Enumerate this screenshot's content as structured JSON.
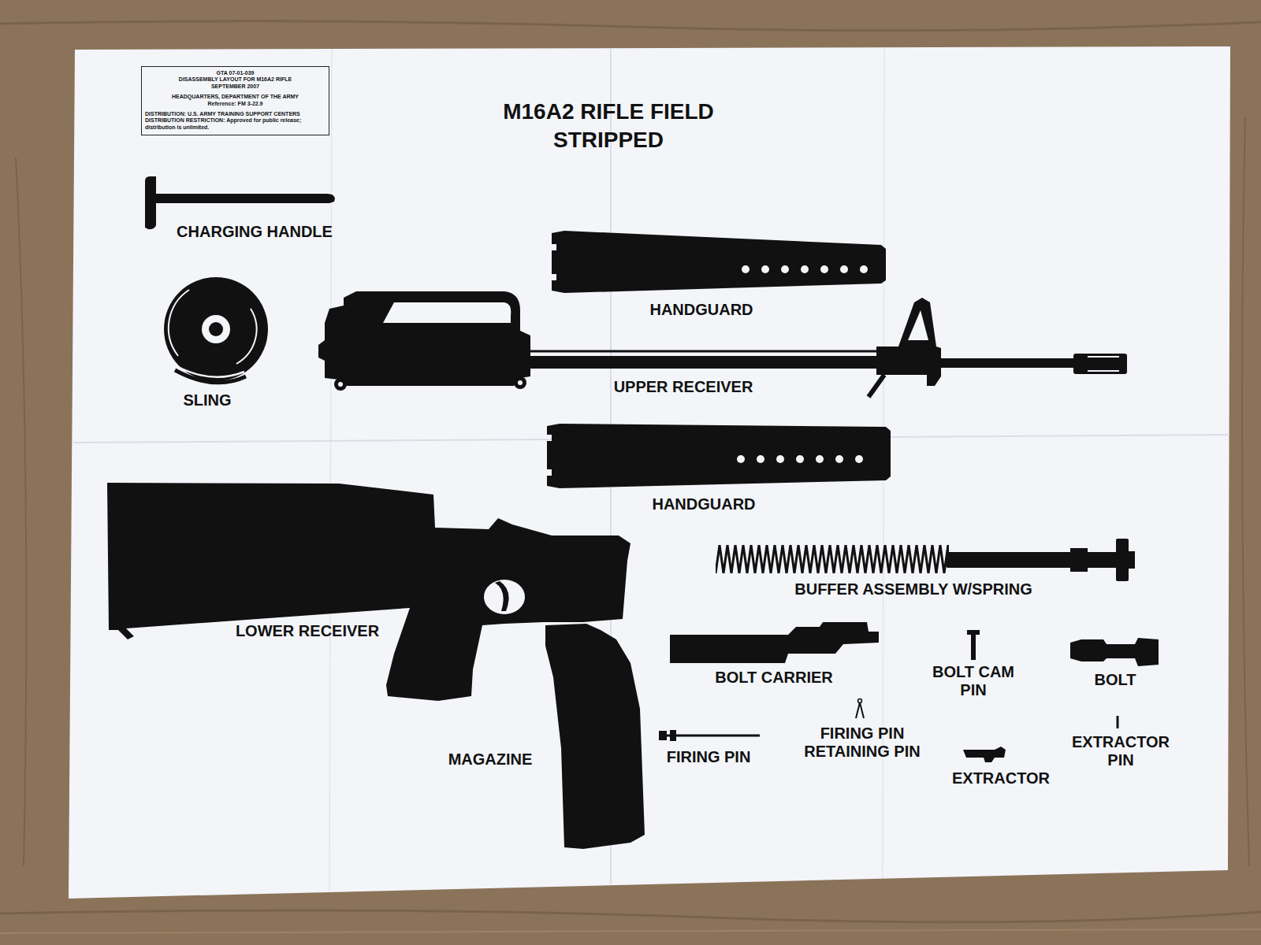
{
  "diagram": {
    "title": "M16A2 RIFLE FIELD STRIPPED",
    "nodes": [
      {
        "text": [
          "GTA 07-01-039",
          "DISASSEMBLY LAYOUT FOR M16A2 RIFLE",
          "SEPTEMBER 2007",
          "HEADQUARTERS, DEPARTMENT OF THE ARMY",
          "Reference: FM 3-22.9",
          "DISTRIBUTION: U.S. ARMY TRAINING SUPPORT CENTERS",
          "DISTRIBUTION RESTRICTION: Approved for public release; distribution is unlimited."
        ]
      }
    ],
    "labels": [
      "CHARGING HANDLE",
      "HANDGUARD",
      "SLING",
      "UPPER RECEIVER",
      "HANDGUARD",
      "BUFFER ASSEMBLY W/SPRING",
      "LOWER RECEIVER",
      "BOLT CARRIER",
      "BOLT CAM PIN",
      "BOLT",
      "FIRING PIN RETAINING PIN",
      "EXTRACTOR PIN",
      "MAGAZINE",
      "FIRING PIN",
      "EXTRACTOR"
    ]
  }
}
